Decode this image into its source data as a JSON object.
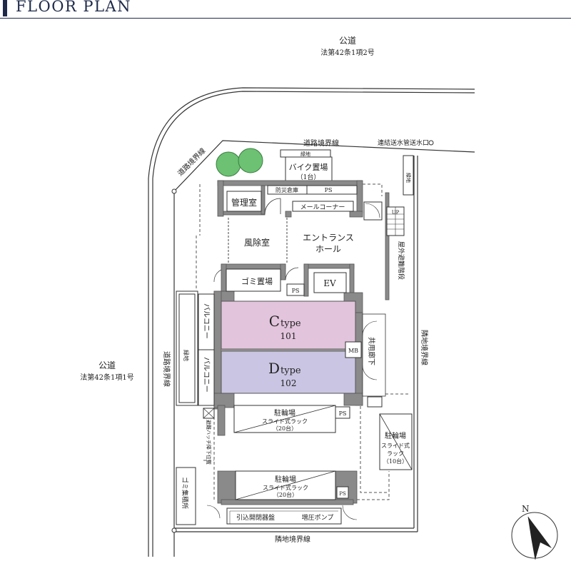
{
  "header": {
    "title": "FLOOR PLAN"
  },
  "roads": {
    "top_name": "公道",
    "top_law": "法第42条1項2号",
    "left_name": "公道",
    "left_law": "法第42条1項1号"
  },
  "boundaries": {
    "road_top": "道路境界線",
    "road_diag": "道路境界線",
    "road_left": "道路境界線",
    "neighbor_right": "隣地境界線",
    "neighbor_bottom": "隣地境界線"
  },
  "labels": {
    "water_inlet": "連結送水管送水口",
    "green_top": "緑地",
    "green_right": "緑地",
    "green_left": "緑地",
    "bike_parking": "バイク置場",
    "bike_count": "（1台）",
    "disaster_storage": "防災倉庫",
    "ps": "PS",
    "management": "管理室",
    "mail_corner": "メールコーナー",
    "up": "UP",
    "windbreak": "風除室",
    "entrance_line1": "エントランス",
    "entrance_line2": "ホール",
    "outdoor_stairs": "屋外避難階段",
    "garbage": "ゴミ置場",
    "ev": "EV",
    "balcony": "バルコニー",
    "mb": "MB",
    "common_corridor": "共用廊下",
    "evac_hatch": "避難ハッチ降下位置",
    "garbage_collection": "ゴミ集積所",
    "bicycle_parking": "駐輪場",
    "slide_rack": "スライド式ラック",
    "slide_rack_a": "スライド式",
    "slide_rack_b": "ラック",
    "count_20": "（20台）",
    "count_10": "（10台）",
    "lead_in_panel": "引込開閉器盤",
    "booster_pump": "増圧ポンプ",
    "north": "N"
  },
  "units": [
    {
      "type_letter": "C",
      "type_word": "type",
      "number": "101",
      "color": "#e2c4dc"
    },
    {
      "type_letter": "D",
      "type_word": "type",
      "number": "102",
      "color": "#c9c5e2"
    }
  ],
  "colors": {
    "wall": "#8a8a8a",
    "line": "#333333",
    "tree": "#6cc173",
    "header": "#1f2a4a"
  }
}
